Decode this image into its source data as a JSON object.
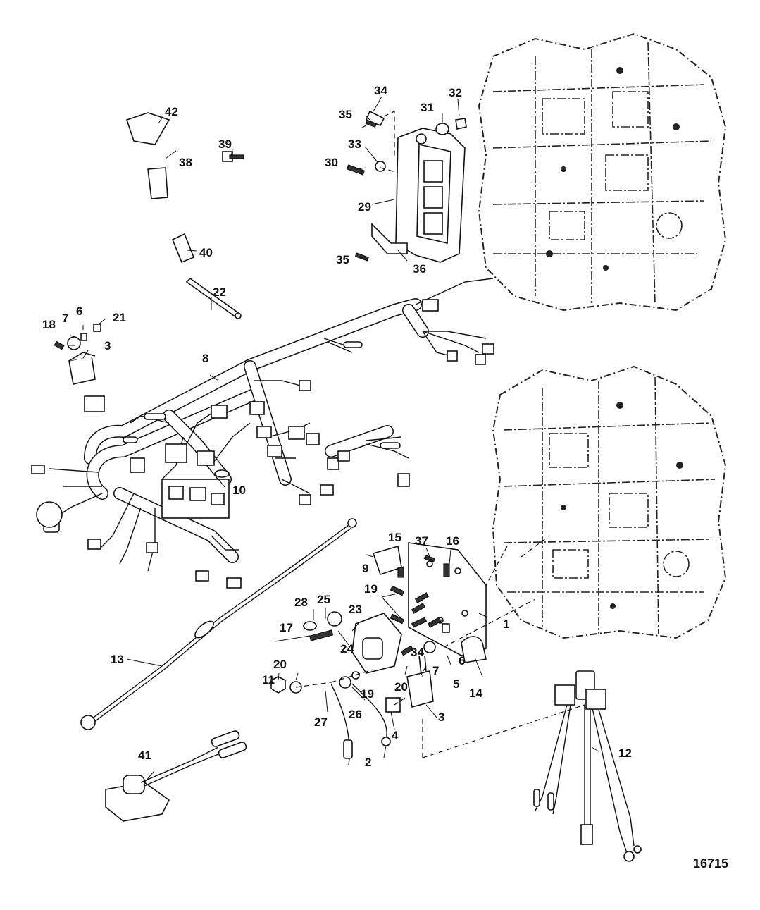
{
  "figure_number": "16715",
  "callouts": [
    "1",
    "2",
    "3",
    "3",
    "4",
    "5",
    "6",
    "6",
    "7",
    "7",
    "8",
    "9",
    "10",
    "11",
    "12",
    "13",
    "14",
    "15",
    "16",
    "17",
    "18",
    "19",
    "19",
    "20",
    "20",
    "21",
    "22",
    "23",
    "24",
    "25",
    "26",
    "27",
    "28",
    "29",
    "30",
    "31",
    "32",
    "33",
    "34",
    "34",
    "35",
    "35",
    "36",
    "37",
    "38",
    "39",
    "40",
    "41",
    "42"
  ]
}
